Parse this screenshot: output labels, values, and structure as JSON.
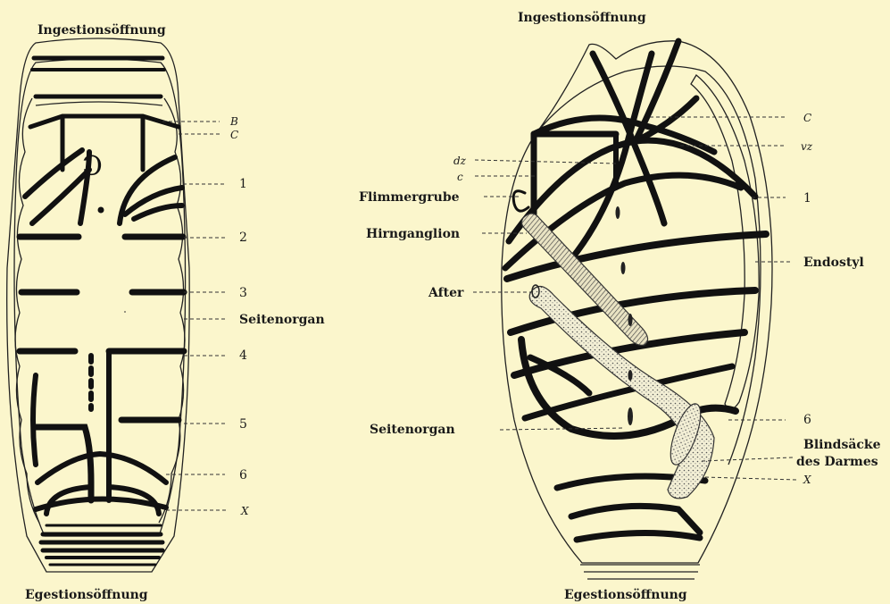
{
  "left_figure": {
    "top_label": "Ingestionsöffnung",
    "bottom_label": "Egestionsöffnung",
    "markers": {
      "b": "B",
      "c": "C",
      "m1": "1",
      "m2": "2",
      "m3": "3",
      "side": "Seitenorgan",
      "m4": "4",
      "m5": "5",
      "m6": "6",
      "x": "X"
    }
  },
  "right_figure": {
    "top_label": "Ingestionsöffnung",
    "bottom_label": "Egestionsöffnung",
    "markers": {
      "c": "C",
      "vz": "vz",
      "dz": "dz",
      "c_small": "c",
      "flimmergrube": "Flimmergrube",
      "m1": "1",
      "hirnganglion": "Hirnganglion",
      "endostyl": "Endostyl",
      "after": "After",
      "seitenorgan": "Seitenorgan",
      "m6": "6",
      "blind1": "Blindsäcke",
      "blind2": "des Darmes",
      "x": "X"
    }
  }
}
